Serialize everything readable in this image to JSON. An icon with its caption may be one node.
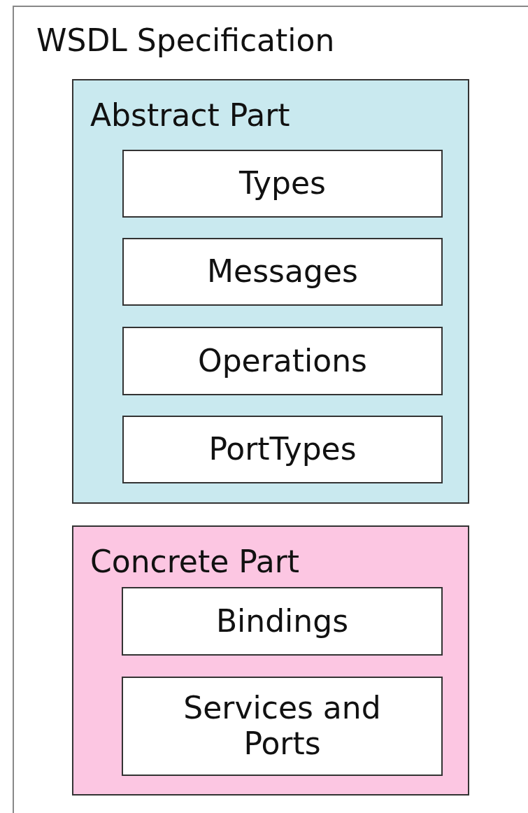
{
  "diagram": {
    "nodes": [
      {
        "text": [
          "WSDL Specification"
        ]
      },
      {
        "text": [
          "Abstract Part"
        ],
        "in": 0
      },
      {
        "text": [
          "Types"
        ],
        "in": 1
      },
      {
        "text": [
          "Messages"
        ],
        "in": 1
      },
      {
        "text": [
          "Operations"
        ],
        "in": 1
      },
      {
        "text": [
          "PortTypes"
        ],
        "in": 1
      },
      {
        "text": [
          "Concrete Part"
        ],
        "in": 0
      },
      {
        "text": [
          "Bindings"
        ],
        "in": 6
      },
      {
        "text": [
          "Services and Ports"
        ],
        "in": 6
      }
    ]
  }
}
